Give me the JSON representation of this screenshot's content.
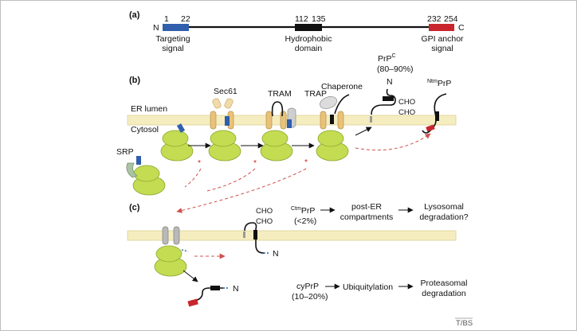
{
  "colors": {
    "membrane_fill": "#f5edbf",
    "membrane_line": "#ddd093",
    "ribosome": "#c3dc52",
    "ribosome_edge": "#8aa72c",
    "translocon": "#e9c27a",
    "translocon_edge": "#b88f45",
    "grey_protein": "#cfcfcf",
    "blue_signal": "#2f5fad",
    "red_signal": "#c8262c",
    "red_dashed": "#d05050",
    "frame": "#bdbdbd"
  },
  "panel_a": {
    "label": "(a)",
    "n_term": "N",
    "c_term": "C",
    "pos_1": "1",
    "pos_22": "22",
    "pos_112": "112",
    "pos_135": "135",
    "pos_232": "232",
    "pos_254": "254",
    "targeting_1": "Targeting",
    "targeting_2": "signal",
    "hydrophobic_1": "Hydrophobic",
    "hydrophobic_2": "domain",
    "gpi_1": "GPI anchor",
    "gpi_2": "signal"
  },
  "panel_b": {
    "label": "(b)",
    "er_lumen": "ER lumen",
    "cytosol": "Cytosol",
    "srp": "SRP",
    "sec61": "Sec61",
    "tram": "TRAM",
    "trap": "TRAP",
    "chaperone": "Chaperone",
    "prpc_base": "PrP",
    "prpc_sup": "C",
    "prpc_pct": "(80–90%)",
    "n_label": "N",
    "cho_1": "CHO",
    "cho_2": "CHO",
    "ntm_sup": "Ntm",
    "ntm_base": "PrP",
    "asterisk": "*"
  },
  "panel_c": {
    "label": "(c)",
    "cho_1": "CHO",
    "cho_2": "CHO",
    "n_label": "N",
    "n_label_2": "N",
    "ctm_sup": "Ctm",
    "ctm_base": "PrP",
    "ctm_pct": "(<2%)",
    "post_er_1": "post-ER",
    "post_er_2": "compartments",
    "lyso_1": "Lysosomal",
    "lyso_2": "degradation?",
    "cyprp": "cyPrP",
    "cy_pct": "(10–20%)",
    "ubiq": "Ubiquitylation",
    "proteasome_1": "Proteasomal",
    "proteasome_2": "degradation"
  },
  "credit": "T/BS"
}
